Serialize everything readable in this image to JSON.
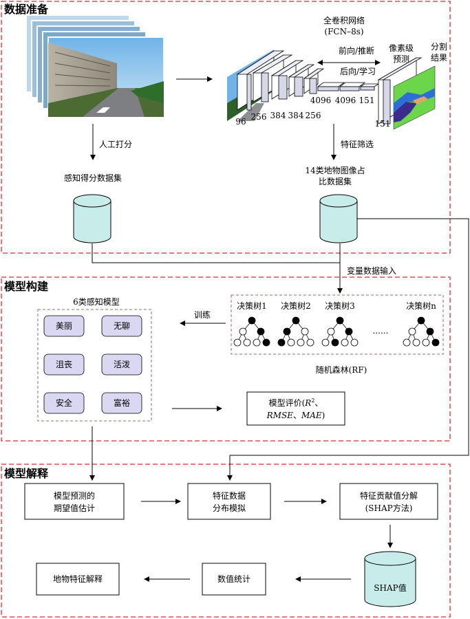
{
  "sections": {
    "data_prep": "数据准备",
    "model_build": "模型构建",
    "model_explain": "模型解释"
  },
  "fcn": {
    "title_line1": "全卷积网络",
    "title_line2": "(FCN–8s)",
    "forward": "前向/推断",
    "backward": "后向/学习",
    "pixel_pred_1": "像素级",
    "pixel_pred_2": "预测",
    "seg_1": "分割",
    "seg_2": "结果",
    "layers": [
      "96",
      "256",
      "384",
      "384",
      "256",
      "4096",
      "4096",
      "151",
      "151"
    ]
  },
  "flow": {
    "manual_score": "人工打分",
    "feature_screen": "特征筛选",
    "perception_dataset": "感知得分数据集",
    "land_ratio_1": "14类地物图像占",
    "land_ratio_2": "比数据集",
    "variable_input": "变量数据输入",
    "train": "训练"
  },
  "perception": {
    "title": "6类感知模型",
    "categories": [
      "美丽",
      "无聊",
      "沮丧",
      "活泼",
      "安全",
      "富裕"
    ]
  },
  "rf": {
    "trees": [
      "决策树1",
      "决策树2",
      "决策树3",
      "决策树n"
    ],
    "ellipsis": "......",
    "label": "随机森林(RF)"
  },
  "evaluation": {
    "line1_prefix": "模型评价(",
    "r": "R",
    "sup": "2",
    "sep1": "、",
    "rmse": "RMSE",
    "sep2": "、",
    "mae": "MAE",
    "suffix": ")"
  },
  "explain": {
    "expected_1": "模型预测的",
    "expected_2": "期望值估计",
    "dist_1": "特征数据",
    "dist_2": "分布模拟",
    "shap_1": "特征贡献值分解",
    "shap_2": "(SHAP方法)",
    "shap_values": "SHAP值",
    "stats": "数值统计",
    "interpret": "地物特征解释"
  },
  "colors": {
    "section_border": "#e0282e",
    "category_fill": "#d9d7f1",
    "cylinder_fill": "#c8ecea",
    "seg_green": "#6cd64b"
  }
}
